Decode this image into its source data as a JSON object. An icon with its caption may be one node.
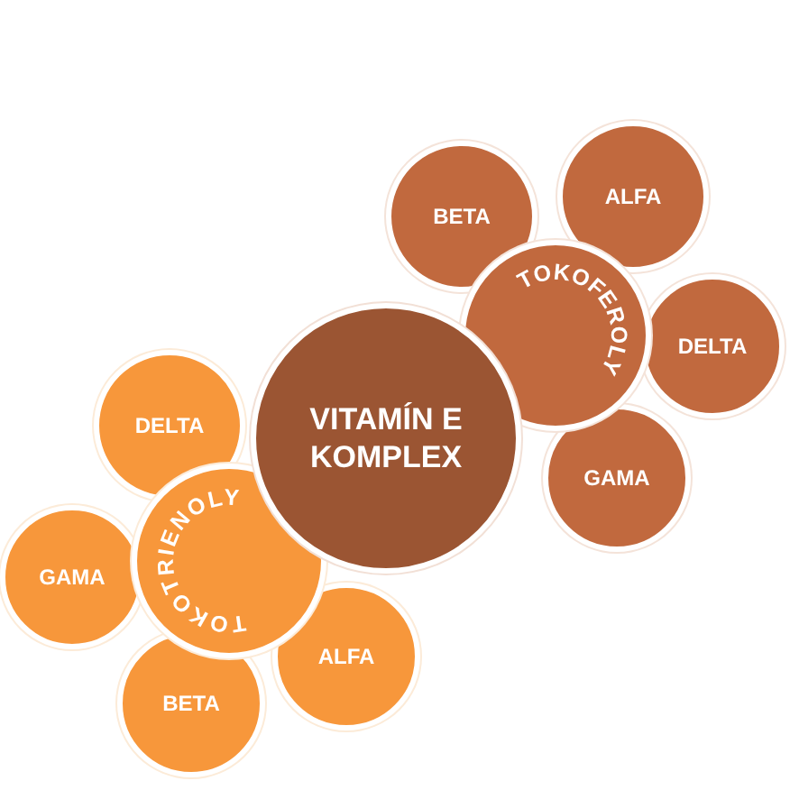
{
  "diagram": {
    "nodes": [
      {
        "text": [
          "VITAMÍN E KOMPLEX"
        ]
      },
      {
        "text": [
          "TOKOFEROLY"
        ]
      },
      {
        "text": [
          "BETA"
        ]
      },
      {
        "text": [
          "ALFA"
        ]
      },
      {
        "text": [
          "DELTA"
        ]
      },
      {
        "text": [
          "GAMA"
        ]
      },
      {
        "text": [
          "TOKOTRIENOLY"
        ]
      },
      {
        "text": [
          "DELTA"
        ]
      },
      {
        "text": [
          "GAMA"
        ]
      },
      {
        "text": [
          "BETA"
        ]
      },
      {
        "text": [
          "ALFA"
        ]
      }
    ]
  }
}
